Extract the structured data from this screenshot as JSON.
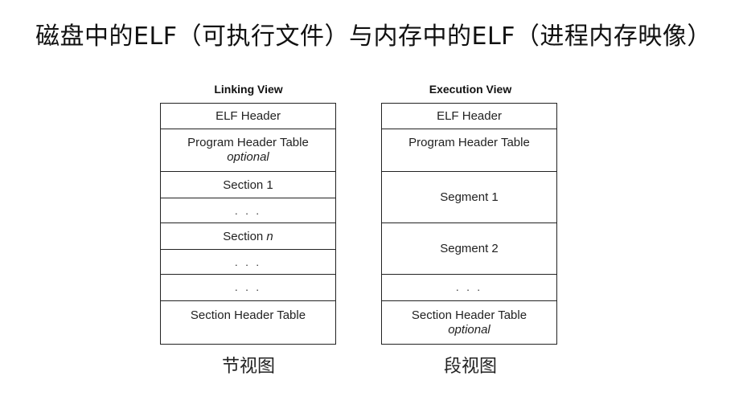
{
  "title": "磁盘中的ELF（可执行文件）与内存中的ELF（进程内存映像）",
  "linking": {
    "heading": "Linking View",
    "caption": "节视图",
    "rows": [
      {
        "label": "ELF Header"
      },
      {
        "label": "Program Header Table",
        "note": "optional"
      },
      {
        "label": "Section 1"
      },
      {
        "label": ". . ."
      },
      {
        "label_prefix": "Section ",
        "label_var": "n"
      },
      {
        "label": ". . ."
      },
      {
        "label": ". . ."
      },
      {
        "label": "Section Header Table"
      }
    ]
  },
  "execution": {
    "heading": "Execution View",
    "caption": "段视图",
    "rows": [
      {
        "label": "ELF Header"
      },
      {
        "label": "Program Header Table"
      },
      {
        "label": "Segment 1"
      },
      {
        "label": "Segment 2"
      },
      {
        "label": ". . ."
      },
      {
        "label": "Section Header Table",
        "note": "optional"
      }
    ]
  }
}
